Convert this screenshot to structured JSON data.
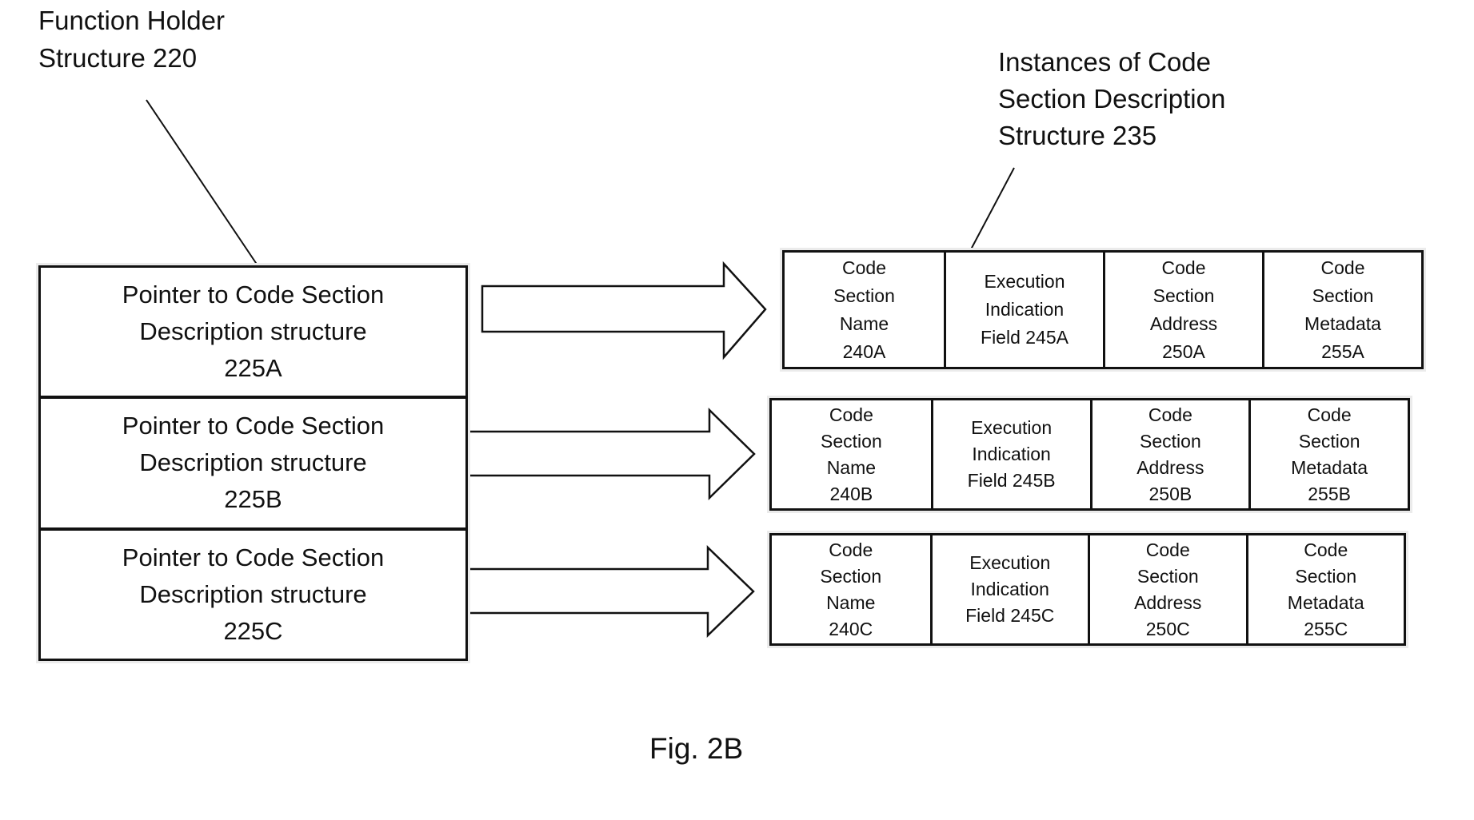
{
  "colors": {
    "ink": "#111111",
    "background": "#ffffff",
    "halo": "#ebebeb"
  },
  "labels": {
    "function_holder": {
      "lines": [
        "Function Holder",
        "Structure 220"
      ]
    },
    "instances": {
      "lines": [
        "Instances of Code",
        "Section Description",
        "Structure 235"
      ]
    }
  },
  "function_holder_box": {
    "pointers": [
      {
        "lines": [
          "Pointer to Code Section",
          "Description structure",
          "225A"
        ]
      },
      {
        "lines": [
          "Pointer to Code Section",
          "Description structure",
          "225B"
        ]
      },
      {
        "lines": [
          "Pointer to Code Section",
          "Description structure",
          "225C"
        ]
      }
    ]
  },
  "code_section_rows": [
    {
      "id": "A",
      "cells": [
        {
          "lines": [
            "Code",
            "Section",
            "Name",
            "240A"
          ]
        },
        {
          "lines": [
            "Execution",
            "Indication",
            "Field 245A"
          ]
        },
        {
          "lines": [
            "Code",
            "Section",
            "Address",
            "250A"
          ]
        },
        {
          "lines": [
            "Code",
            "Section",
            "Metadata",
            "255A"
          ]
        }
      ]
    },
    {
      "id": "B",
      "cells": [
        {
          "lines": [
            "Code",
            "Section",
            "Name",
            "240B"
          ]
        },
        {
          "lines": [
            "Execution",
            "Indication",
            "Field 245B"
          ]
        },
        {
          "lines": [
            "Code",
            "Section",
            "Address",
            "250B"
          ]
        },
        {
          "lines": [
            "Code",
            "Section",
            "Metadata",
            "255B"
          ]
        }
      ]
    },
    {
      "id": "C",
      "cells": [
        {
          "lines": [
            "Code",
            "Section",
            "Name",
            "240C"
          ]
        },
        {
          "lines": [
            "Execution",
            "Indication",
            "Field 245C"
          ]
        },
        {
          "lines": [
            "Code",
            "Section",
            "Address",
            "250C"
          ]
        },
        {
          "lines": [
            "Code",
            "Section",
            "Metadata",
            "255C"
          ]
        }
      ]
    }
  ],
  "icons": {
    "arrows": [
      "block-arrow-right",
      "block-arrow-right",
      "block-arrow-right"
    ],
    "leader_lines": [
      "diagonal-leader-line",
      "diagonal-leader-line"
    ]
  },
  "figure_caption": "Fig. 2B"
}
